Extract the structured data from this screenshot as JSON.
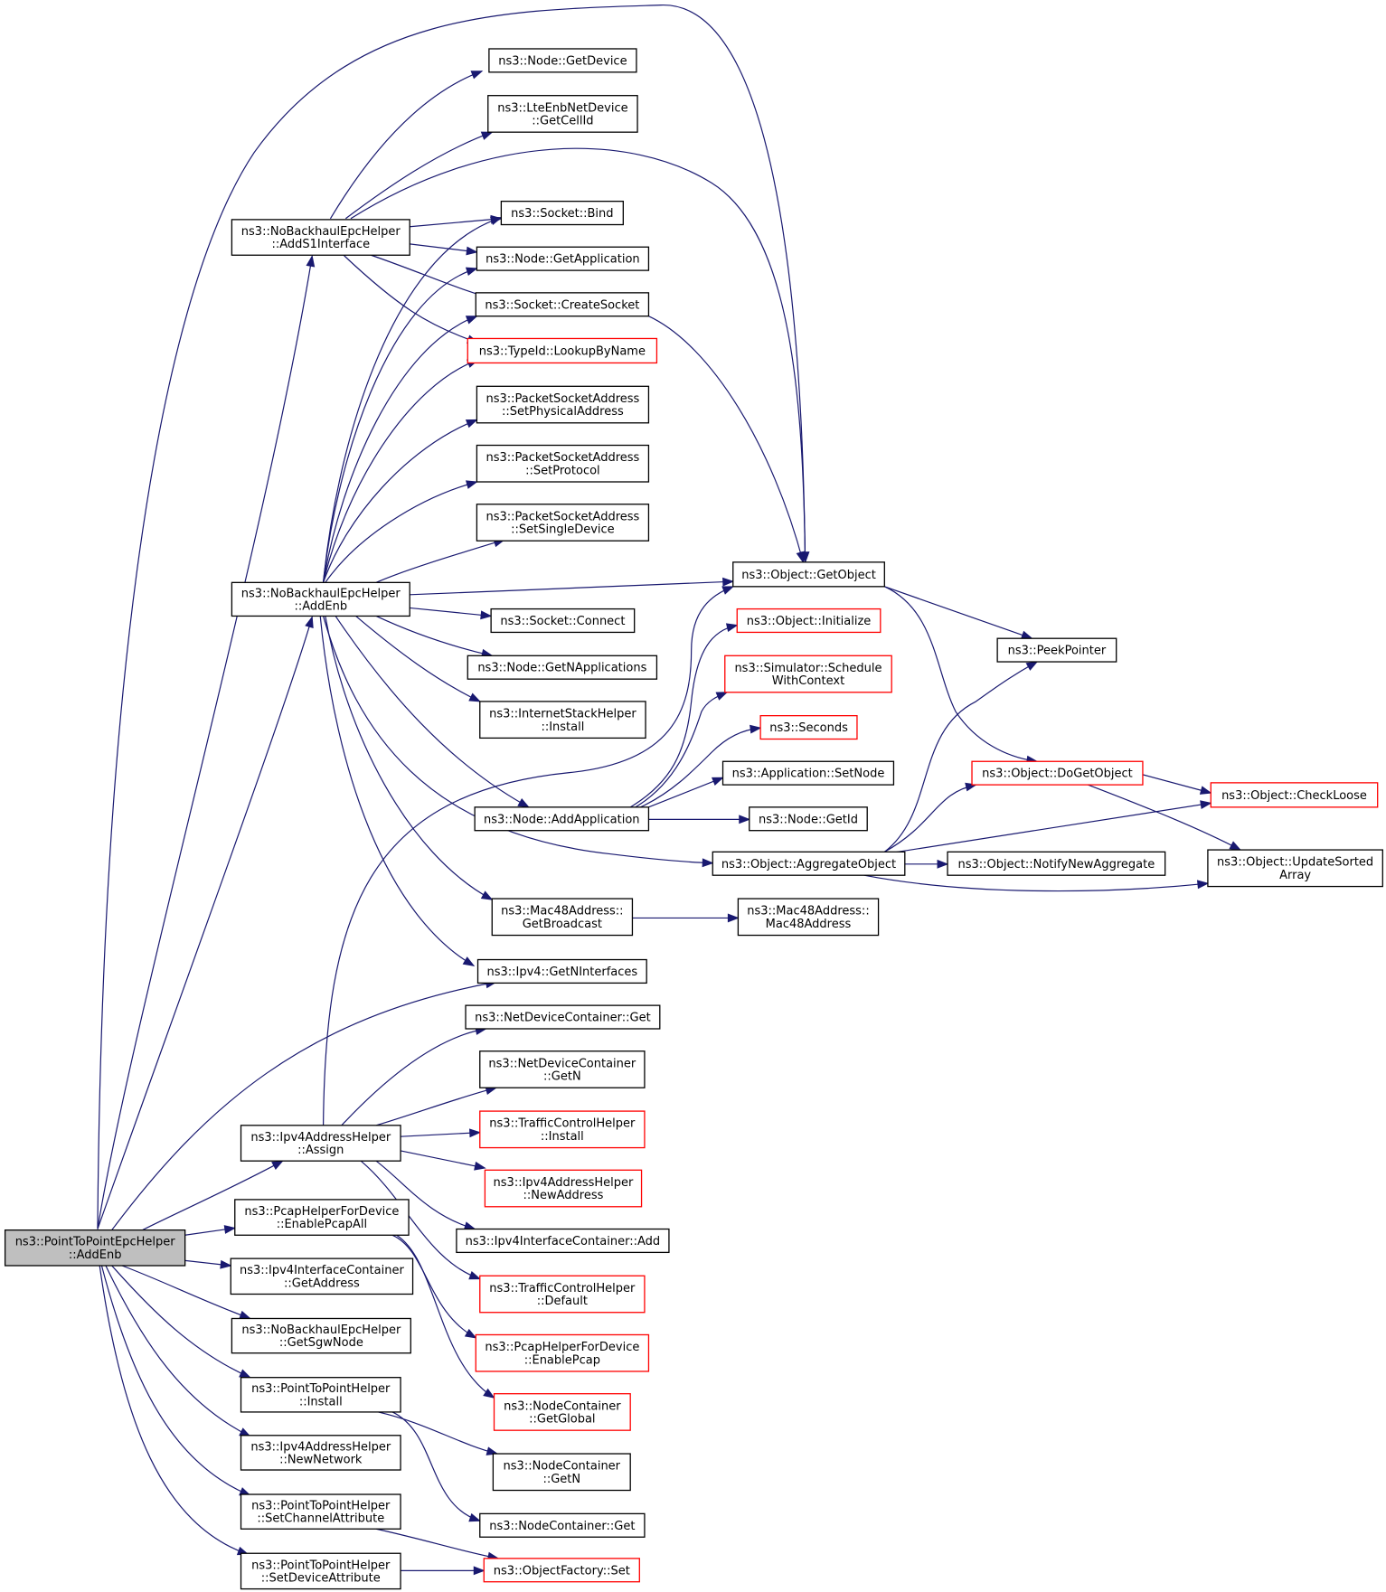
{
  "diagram": {
    "colors": {
      "edge": "#191970",
      "box_border": "#000000",
      "truncated_border": "#ff0000",
      "root_fill": "#bfbfbf",
      "box_fill": "#ffffff"
    },
    "nodes": [
      {
        "id": "root",
        "lines": [
          "ns3::PointToPointEpcHelper",
          "::AddEnb"
        ],
        "style": "root"
      },
      {
        "id": "addS1",
        "lines": [
          "ns3::NoBackhaulEpcHelper",
          "::AddS1Interface"
        ],
        "style": "normal"
      },
      {
        "id": "addEnbNB",
        "lines": [
          "ns3::NoBackhaulEpcHelper",
          "::AddEnb"
        ],
        "style": "normal"
      },
      {
        "id": "ipv4Assign",
        "lines": [
          "ns3::Ipv4AddressHelper",
          "::Assign"
        ],
        "style": "normal"
      },
      {
        "id": "enablePcapAll",
        "lines": [
          "ns3::PcapHelperForDevice",
          "::EnablePcapAll"
        ],
        "style": "normal"
      },
      {
        "id": "ifcGetAddress",
        "lines": [
          "ns3::Ipv4InterfaceContainer",
          "::GetAddress"
        ],
        "style": "normal"
      },
      {
        "id": "getSgwNode",
        "lines": [
          "ns3::NoBackhaulEpcHelper",
          "::GetSgwNode"
        ],
        "style": "normal"
      },
      {
        "id": "p2pInstall",
        "lines": [
          "ns3::PointToPointHelper",
          "::Install"
        ],
        "style": "normal"
      },
      {
        "id": "newNetwork",
        "lines": [
          "ns3::Ipv4AddressHelper",
          "::NewNetwork"
        ],
        "style": "normal"
      },
      {
        "id": "setChannelAttr",
        "lines": [
          "ns3::PointToPointHelper",
          "::SetChannelAttribute"
        ],
        "style": "normal"
      },
      {
        "id": "setDeviceAttr",
        "lines": [
          "ns3::PointToPointHelper",
          "::SetDeviceAttribute"
        ],
        "style": "normal"
      },
      {
        "id": "nodeGetDevice",
        "lines": [
          "ns3::Node::GetDevice"
        ],
        "style": "normal"
      },
      {
        "id": "getCellId",
        "lines": [
          "ns3::LteEnbNetDevice",
          "::GetCellId"
        ],
        "style": "normal"
      },
      {
        "id": "socketBind",
        "lines": [
          "ns3::Socket::Bind"
        ],
        "style": "normal"
      },
      {
        "id": "nodeGetApplication",
        "lines": [
          "ns3::Node::GetApplication"
        ],
        "style": "normal"
      },
      {
        "id": "createSocket",
        "lines": [
          "ns3::Socket::CreateSocket"
        ],
        "style": "normal"
      },
      {
        "id": "lookupByName",
        "lines": [
          "ns3::TypeId::LookupByName"
        ],
        "style": "truncated"
      },
      {
        "id": "setPhysicalAddress",
        "lines": [
          "ns3::PacketSocketAddress",
          "::SetPhysicalAddress"
        ],
        "style": "normal"
      },
      {
        "id": "setProtocol",
        "lines": [
          "ns3::PacketSocketAddress",
          "::SetProtocol"
        ],
        "style": "normal"
      },
      {
        "id": "setSingleDevice",
        "lines": [
          "ns3::PacketSocketAddress",
          "::SetSingleDevice"
        ],
        "style": "normal"
      },
      {
        "id": "getObject",
        "lines": [
          "ns3::Object::GetObject"
        ],
        "style": "normal"
      },
      {
        "id": "socketConnect",
        "lines": [
          "ns3::Socket::Connect"
        ],
        "style": "normal"
      },
      {
        "id": "getNApplications",
        "lines": [
          "ns3::Node::GetNApplications"
        ],
        "style": "normal"
      },
      {
        "id": "inetInstall",
        "lines": [
          "ns3::InternetStackHelper",
          "::Install"
        ],
        "style": "normal"
      },
      {
        "id": "addApplication",
        "lines": [
          "ns3::Node::AddApplication"
        ],
        "style": "normal"
      },
      {
        "id": "aggregateObject",
        "lines": [
          "ns3::Object::AggregateObject"
        ],
        "style": "normal"
      },
      {
        "id": "getBroadcast",
        "lines": [
          "ns3::Mac48Address::",
          "GetBroadcast"
        ],
        "style": "normal"
      },
      {
        "id": "getNInterfaces",
        "lines": [
          "ns3::Ipv4::GetNInterfaces"
        ],
        "style": "normal"
      },
      {
        "id": "ndcGet",
        "lines": [
          "ns3::NetDeviceContainer::Get"
        ],
        "style": "normal"
      },
      {
        "id": "ndcGetN",
        "lines": [
          "ns3::NetDeviceContainer",
          "::GetN"
        ],
        "style": "normal"
      },
      {
        "id": "tchInstall",
        "lines": [
          "ns3::TrafficControlHelper",
          "::Install"
        ],
        "style": "truncated"
      },
      {
        "id": "newAddress",
        "lines": [
          "ns3::Ipv4AddressHelper",
          "::NewAddress"
        ],
        "style": "truncated"
      },
      {
        "id": "ifcAdd",
        "lines": [
          "ns3::Ipv4InterfaceContainer::Add"
        ],
        "style": "normal"
      },
      {
        "id": "tchDefault",
        "lines": [
          "ns3::TrafficControlHelper",
          "::Default"
        ],
        "style": "truncated"
      },
      {
        "id": "enablePcap",
        "lines": [
          "ns3::PcapHelperForDevice",
          "::EnablePcap"
        ],
        "style": "truncated"
      },
      {
        "id": "getGlobal",
        "lines": [
          "ns3::NodeContainer",
          "::GetGlobal"
        ],
        "style": "truncated"
      },
      {
        "id": "ncGetN",
        "lines": [
          "ns3::NodeContainer",
          "::GetN"
        ],
        "style": "normal"
      },
      {
        "id": "ncGet",
        "lines": [
          "ns3::NodeContainer::Get"
        ],
        "style": "normal"
      },
      {
        "id": "objFactorySet",
        "lines": [
          "ns3::ObjectFactory::Set"
        ],
        "style": "truncated"
      },
      {
        "id": "objInitialize",
        "lines": [
          "ns3::Object::Initialize"
        ],
        "style": "truncated"
      },
      {
        "id": "scheduleWithContext",
        "lines": [
          "ns3::Simulator::Schedule",
          "WithContext"
        ],
        "style": "truncated"
      },
      {
        "id": "seconds",
        "lines": [
          "ns3::Seconds"
        ],
        "style": "truncated"
      },
      {
        "id": "appSetNode",
        "lines": [
          "ns3::Application::SetNode"
        ],
        "style": "normal"
      },
      {
        "id": "nodeGetId",
        "lines": [
          "ns3::Node::GetId"
        ],
        "style": "normal"
      },
      {
        "id": "mac48Address",
        "lines": [
          "ns3::Mac48Address::",
          "Mac48Address"
        ],
        "style": "normal"
      },
      {
        "id": "peekPointer",
        "lines": [
          "ns3::PeekPointer"
        ],
        "style": "normal"
      },
      {
        "id": "doGetObject",
        "lines": [
          "ns3::Object::DoGetObject"
        ],
        "style": "truncated"
      },
      {
        "id": "notifyNewAggregate",
        "lines": [
          "ns3::Object::NotifyNewAggregate"
        ],
        "style": "normal"
      },
      {
        "id": "checkLoose",
        "lines": [
          "ns3::Object::CheckLoose"
        ],
        "style": "truncated"
      },
      {
        "id": "updateSortedArray",
        "lines": [
          "ns3::Object::UpdateSorted",
          "Array"
        ],
        "style": "normal"
      }
    ],
    "edges": [
      [
        "root",
        "addS1"
      ],
      [
        "root",
        "addEnbNB"
      ],
      [
        "root",
        "ipv4Assign"
      ],
      [
        "root",
        "enablePcapAll"
      ],
      [
        "root",
        "ifcGetAddress"
      ],
      [
        "root",
        "getSgwNode"
      ],
      [
        "root",
        "p2pInstall"
      ],
      [
        "root",
        "newNetwork"
      ],
      [
        "root",
        "setChannelAttr"
      ],
      [
        "root",
        "setDeviceAttr"
      ],
      [
        "root",
        "getObject"
      ],
      [
        "root",
        "getNInterfaces"
      ],
      [
        "addS1",
        "nodeGetDevice"
      ],
      [
        "addS1",
        "getCellId"
      ],
      [
        "addS1",
        "getObject"
      ],
      [
        "addS1",
        "socketBind"
      ],
      [
        "addS1",
        "nodeGetApplication"
      ],
      [
        "addS1",
        "createSocket"
      ],
      [
        "addS1",
        "lookupByName"
      ],
      [
        "addEnbNB",
        "socketBind"
      ],
      [
        "addEnbNB",
        "nodeGetApplication"
      ],
      [
        "addEnbNB",
        "createSocket"
      ],
      [
        "addEnbNB",
        "lookupByName"
      ],
      [
        "addEnbNB",
        "setPhysicalAddress"
      ],
      [
        "addEnbNB",
        "setProtocol"
      ],
      [
        "addEnbNB",
        "setSingleDevice"
      ],
      [
        "addEnbNB",
        "getObject"
      ],
      [
        "addEnbNB",
        "socketConnect"
      ],
      [
        "addEnbNB",
        "getNApplications"
      ],
      [
        "addEnbNB",
        "inetInstall"
      ],
      [
        "addEnbNB",
        "addApplication"
      ],
      [
        "addEnbNB",
        "aggregateObject"
      ],
      [
        "addEnbNB",
        "getBroadcast"
      ],
      [
        "addEnbNB",
        "getNInterfaces"
      ],
      [
        "createSocket",
        "getObject"
      ],
      [
        "getObject",
        "peekPointer"
      ],
      [
        "getObject",
        "doGetObject"
      ],
      [
        "addApplication",
        "objInitialize"
      ],
      [
        "addApplication",
        "scheduleWithContext"
      ],
      [
        "addApplication",
        "seconds"
      ],
      [
        "addApplication",
        "appSetNode"
      ],
      [
        "addApplication",
        "nodeGetId"
      ],
      [
        "aggregateObject",
        "peekPointer"
      ],
      [
        "aggregateObject",
        "doGetObject"
      ],
      [
        "aggregateObject",
        "checkLoose"
      ],
      [
        "aggregateObject",
        "notifyNewAggregate"
      ],
      [
        "aggregateObject",
        "updateSortedArray"
      ],
      [
        "doGetObject",
        "checkLoose"
      ],
      [
        "doGetObject",
        "updateSortedArray"
      ],
      [
        "getBroadcast",
        "mac48Address"
      ],
      [
        "ipv4Assign",
        "getObject"
      ],
      [
        "ipv4Assign",
        "ndcGet"
      ],
      [
        "ipv4Assign",
        "ndcGetN"
      ],
      [
        "ipv4Assign",
        "tchInstall"
      ],
      [
        "ipv4Assign",
        "newAddress"
      ],
      [
        "ipv4Assign",
        "ifcAdd"
      ],
      [
        "ipv4Assign",
        "tchDefault"
      ],
      [
        "enablePcapAll",
        "enablePcap"
      ],
      [
        "enablePcapAll",
        "getGlobal"
      ],
      [
        "p2pInstall",
        "ncGetN"
      ],
      [
        "p2pInstall",
        "ncGet"
      ],
      [
        "setChannelAttr",
        "objFactorySet"
      ],
      [
        "setDeviceAttr",
        "objFactorySet"
      ]
    ]
  }
}
